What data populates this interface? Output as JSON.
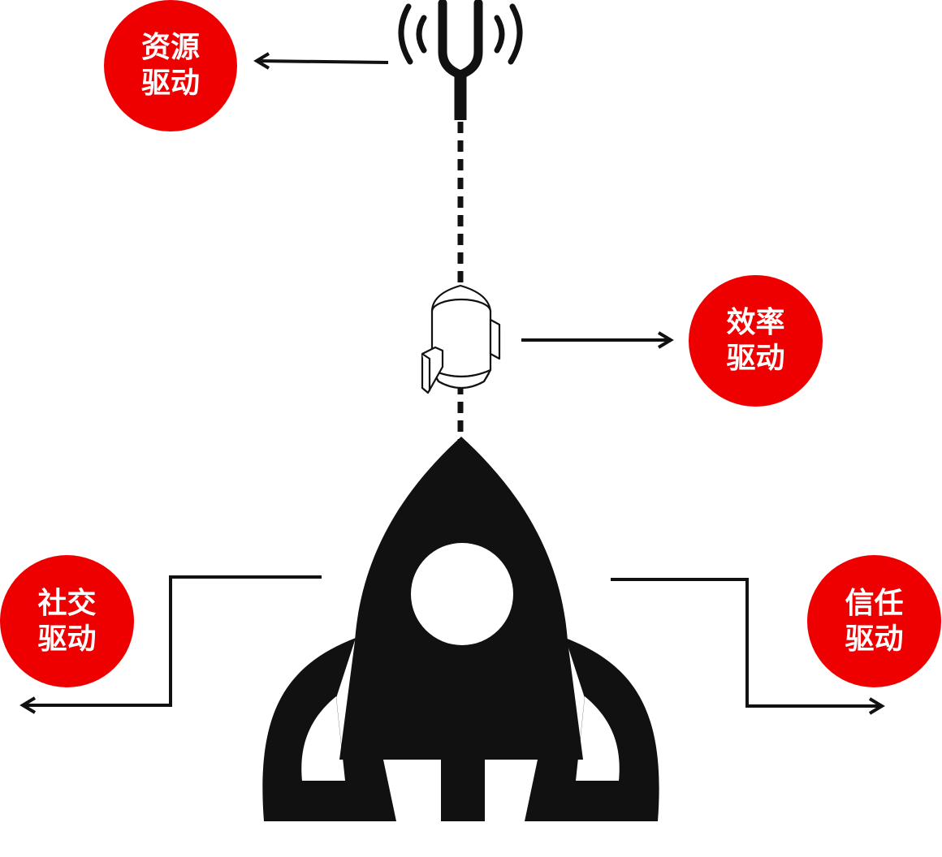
{
  "colors": {
    "bubble_fill": "#ee0000",
    "ink": "#111111",
    "label_text": "#ffffff"
  },
  "bubbles": [
    {
      "id": "resource",
      "line1": "资源",
      "line2": "驱动"
    },
    {
      "id": "efficiency",
      "line1": "效率",
      "line2": "驱动"
    },
    {
      "id": "social",
      "line1": "社交",
      "line2": "驱动"
    },
    {
      "id": "trust",
      "line1": "信任",
      "line2": "驱动"
    }
  ],
  "icons": {
    "top": "radio-antenna-icon",
    "middle": "satellite-capsule-icon",
    "bottom": "rocket-icon"
  }
}
